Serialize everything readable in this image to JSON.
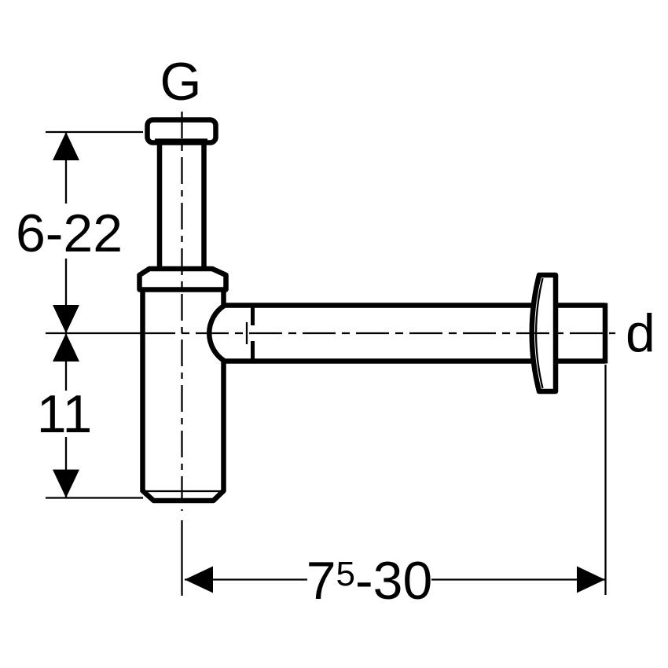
{
  "diagram": {
    "title": "bottle-trap-dimensional-drawing",
    "labels": {
      "inlet_thread": "G",
      "outlet_diameter": "d"
    },
    "dimensions": {
      "inlet_adjustment": "6-22",
      "trap_body_height": "11",
      "outlet_projection": {
        "base": "7",
        "sup": "5",
        "rest": "-30"
      }
    },
    "colors": {
      "line": "#000000",
      "background": "#ffffff"
    }
  }
}
